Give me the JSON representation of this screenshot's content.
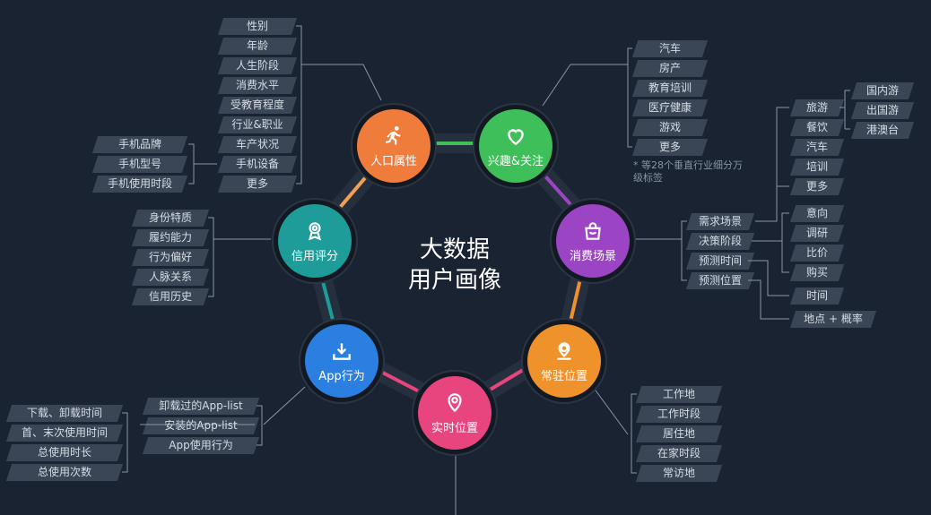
{
  "center": {
    "line1": "大数据",
    "line2": "用户画像"
  },
  "nodes": {
    "demographic": "人口属性",
    "interest": "兴趣&关注",
    "consume": "消费场景",
    "resident": "常驻位置",
    "realtime": "实时位置",
    "app": "App行为",
    "credit": "信用评分"
  },
  "demographic_tags": [
    "性别",
    "年龄",
    "人生阶段",
    "消费水平",
    "受教育程度",
    "行业&职业",
    "车产状况",
    "手机设备",
    "更多"
  ],
  "device_tags": [
    "手机品牌",
    "手机型号",
    "手机使用时段"
  ],
  "interest_tags": [
    "汽车",
    "房产",
    "教育培训",
    "医疗健康",
    "游戏",
    "更多"
  ],
  "interest_note": "* 等28个垂直行业细分万级标签",
  "consume_tags": [
    "需求场景",
    "决策阶段",
    "预测时间",
    "预测位置"
  ],
  "scene_tags": [
    "旅游",
    "餐饮",
    "汽车",
    "培训",
    "更多"
  ],
  "travel_tags": [
    "国内游",
    "出国游",
    "港澳台"
  ],
  "decision_tags": [
    "意向",
    "调研",
    "比价",
    "购买"
  ],
  "predict_time_tag": "时间",
  "predict_location_tag": "地点 + 概率",
  "credit_tags": [
    "身份特质",
    "履约能力",
    "行为偏好",
    "人脉关系",
    "信用历史"
  ],
  "app_tags": [
    "卸载过的App-list",
    "安装的App-list",
    "App使用行为"
  ],
  "app_usage_tags": [
    "下载、卸载时间",
    "首、末次使用时间",
    "总使用时长",
    "总使用次数"
  ],
  "resident_tags": [
    "工作地",
    "工作时段",
    "居住地",
    "在家时段",
    "常访地"
  ],
  "colors": {
    "demographic": "#f07c3c",
    "interest": "#3fbf5a",
    "consume": "#9b45c4",
    "resident": "#f0922c",
    "realtime": "#e8457f",
    "app": "#2b7fe0",
    "credit": "#1e9c9a"
  }
}
